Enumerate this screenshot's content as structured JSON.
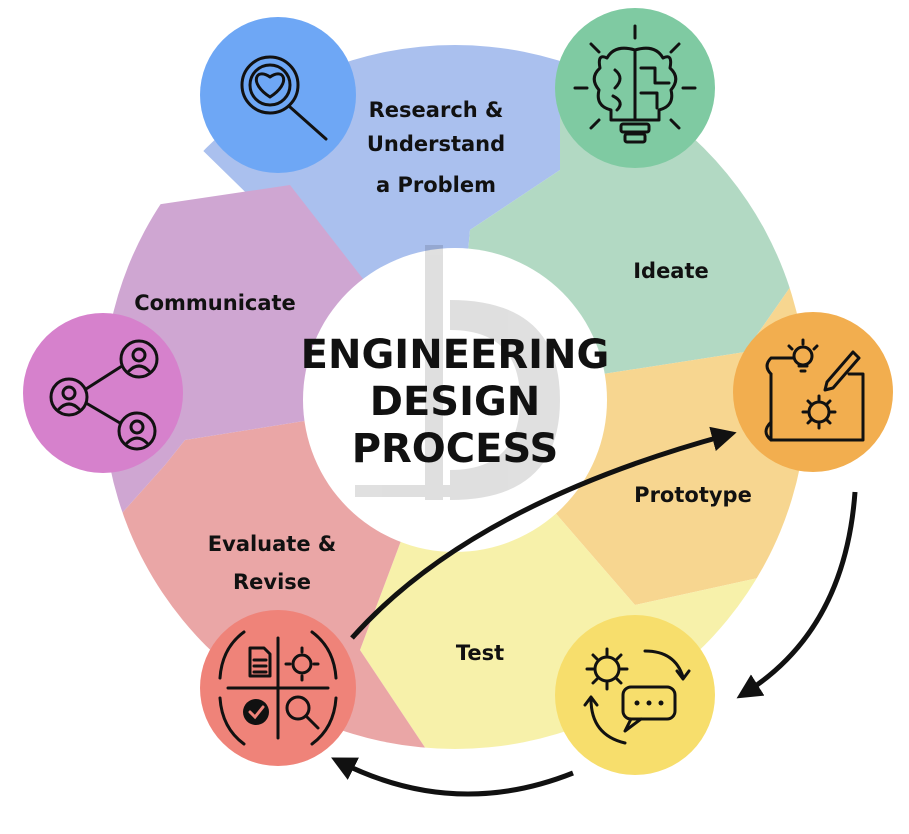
{
  "title_lines": [
    "ENGINEERING",
    "DESIGN",
    "PROCESS"
  ],
  "stages": [
    {
      "id": "research",
      "label_lines": [
        "Research &",
        "Understand",
        "a Problem"
      ],
      "color": "#aac0ee",
      "icon_color": "#6ea7f5",
      "icon": "magnifier-heart-icon"
    },
    {
      "id": "ideate",
      "label_lines": [
        "Ideate"
      ],
      "color": "#b2d9c3",
      "icon_color": "#7fcaa2",
      "icon": "brain-puzzle-lightbulb-icon"
    },
    {
      "id": "prototype",
      "label_lines": [
        "Prototype"
      ],
      "color": "#f7d690",
      "icon_color": "#f2ae4f",
      "icon": "blueprint-gear-pencil-icon"
    },
    {
      "id": "test",
      "label_lines": [
        "Test"
      ],
      "color": "#f7f1aa",
      "icon_color": "#f7de6c",
      "icon": "gear-chat-cycle-icon"
    },
    {
      "id": "evaluate",
      "label_lines": [
        "Evaluate &",
        "Revise"
      ],
      "color": "#eaa6a6",
      "icon_color": "#ef8379",
      "icon": "evaluate-quadrant-icon"
    },
    {
      "id": "communicate",
      "label_lines": [
        "Communicate"
      ],
      "color": "#cfa6d2",
      "icon_color": "#d681cc",
      "icon": "people-network-icon"
    }
  ],
  "arrows": [
    "evaluate-to-prototype",
    "prototype-to-test",
    "test-to-evaluate"
  ]
}
